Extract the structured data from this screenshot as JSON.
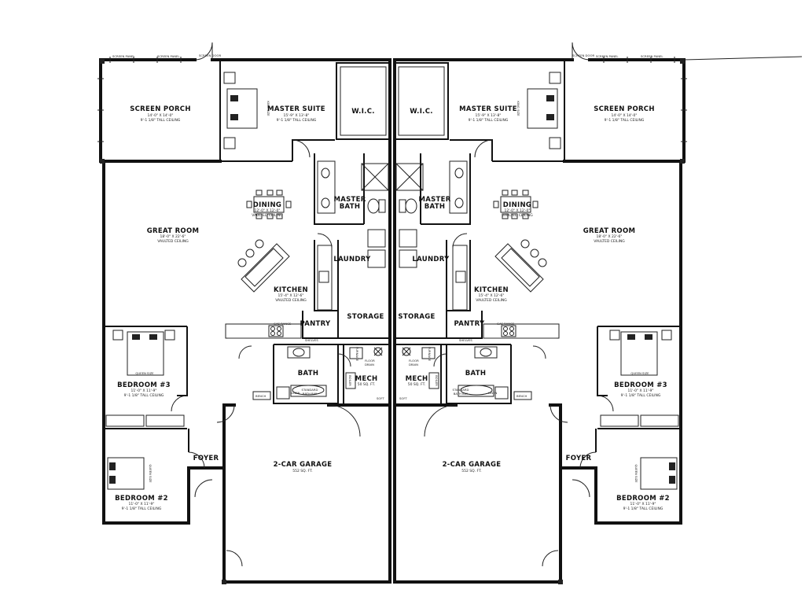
{
  "labels": {
    "screen_panel": "SCREEN PANEL",
    "screen_door": "SCREEN DOOR",
    "screen_porch": "SCREEN PORCH",
    "screen_porch_dim": "14'-0\" X 14'-0\"",
    "screen_porch_ceiling": "9'-1 1/8\" TALL CEILING",
    "master_suite": "MASTER SUITE",
    "master_suite_dim": "15'-9\" X 13'-8\"",
    "master_suite_ceiling": "9'-1 1/8\" TALL CEILING",
    "king_size": "KING SIZE",
    "wic": "W.I.C.",
    "master_bath": [
      "MASTER",
      "BATH"
    ],
    "dining": "DINING",
    "dining_dim": "12'-0\" X 12'-0\"",
    "dining_ceiling": "VAULTED CEILING",
    "great_room": "GREAT ROOM",
    "great_room_dim": "18'-0\" X 22'-6\"",
    "great_room_ceiling": "VAULTED CEILING",
    "laundry": "LAUNDRY",
    "kitchen": "KITCHEN",
    "kitchen_dim": "15'-4\" X 12'-6\"",
    "kitchen_ceiling": "VAULTED CEILING",
    "pantry": "PANTRY",
    "storage": "STORAGE",
    "gas_range": "GAS RANGE",
    "shelves": "SHELVES",
    "bath": "BATH",
    "linen": "LINEN",
    "standard_bath_bay": [
      "STANDARD",
      "BATH BAY"
    ],
    "mech": "MECH",
    "mech_area": "50 SQ. FT.",
    "boiler": "BOILER",
    "furnace": "FURNACE",
    "floor_drain": [
      "FLOOR",
      "DRAIN"
    ],
    "soft": "SOFT",
    "bench": "BENCH",
    "bedroom3": "BEDROOM #3",
    "bedroom3_dim": "11'-0\" X 11'-9\"",
    "bedroom3_ceiling": "9'-1 1/8\" TALL CEILING",
    "bedroom2": "BEDROOM #2",
    "bedroom2_dim": "11'-0\" X 11'-9\"",
    "bedroom2_ceiling": "9'-1 1/8\" TALL CEILING",
    "queen_size": "QUEEN SIZE",
    "foyer": "FOYER",
    "garage": "2-CAR GARAGE",
    "garage_area": "552 SQ. FT."
  }
}
